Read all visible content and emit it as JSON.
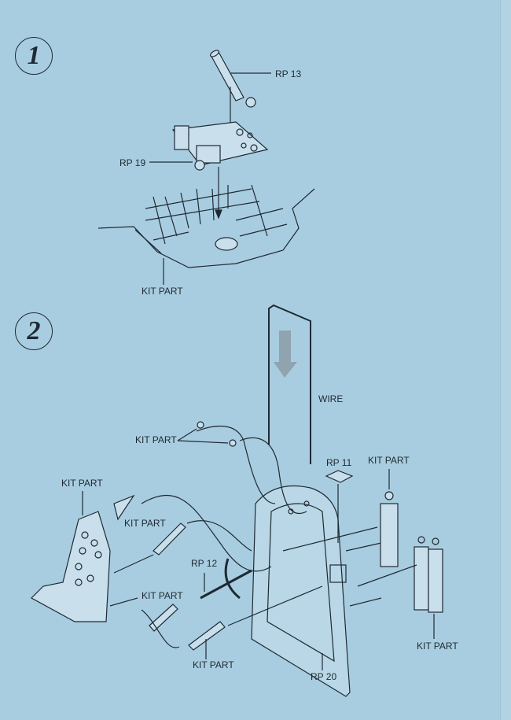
{
  "steps": [
    {
      "number": "1",
      "labels": {
        "rp13": "RP 13",
        "rp19": "RP 19",
        "kit_part": "KIT PART"
      }
    },
    {
      "number": "2",
      "labels": {
        "wire": "WIRE",
        "kit_part_bushings": "KIT PART",
        "rp11": "RP 11",
        "kit_part_cylinder": "KIT PART",
        "kit_part_seat": "KIT PART",
        "kit_part_bracket": "KIT PART",
        "rp12": "RP 12",
        "kit_part_pedal_upper": "KIT PART",
        "kit_part_pedal_lower": "KIT PART",
        "rp20": "RP 20",
        "kit_part_twin_cylinders": "KIT PART"
      }
    }
  ],
  "colors": {
    "paper": "#a9cde0",
    "ink": "#1e2a33"
  }
}
